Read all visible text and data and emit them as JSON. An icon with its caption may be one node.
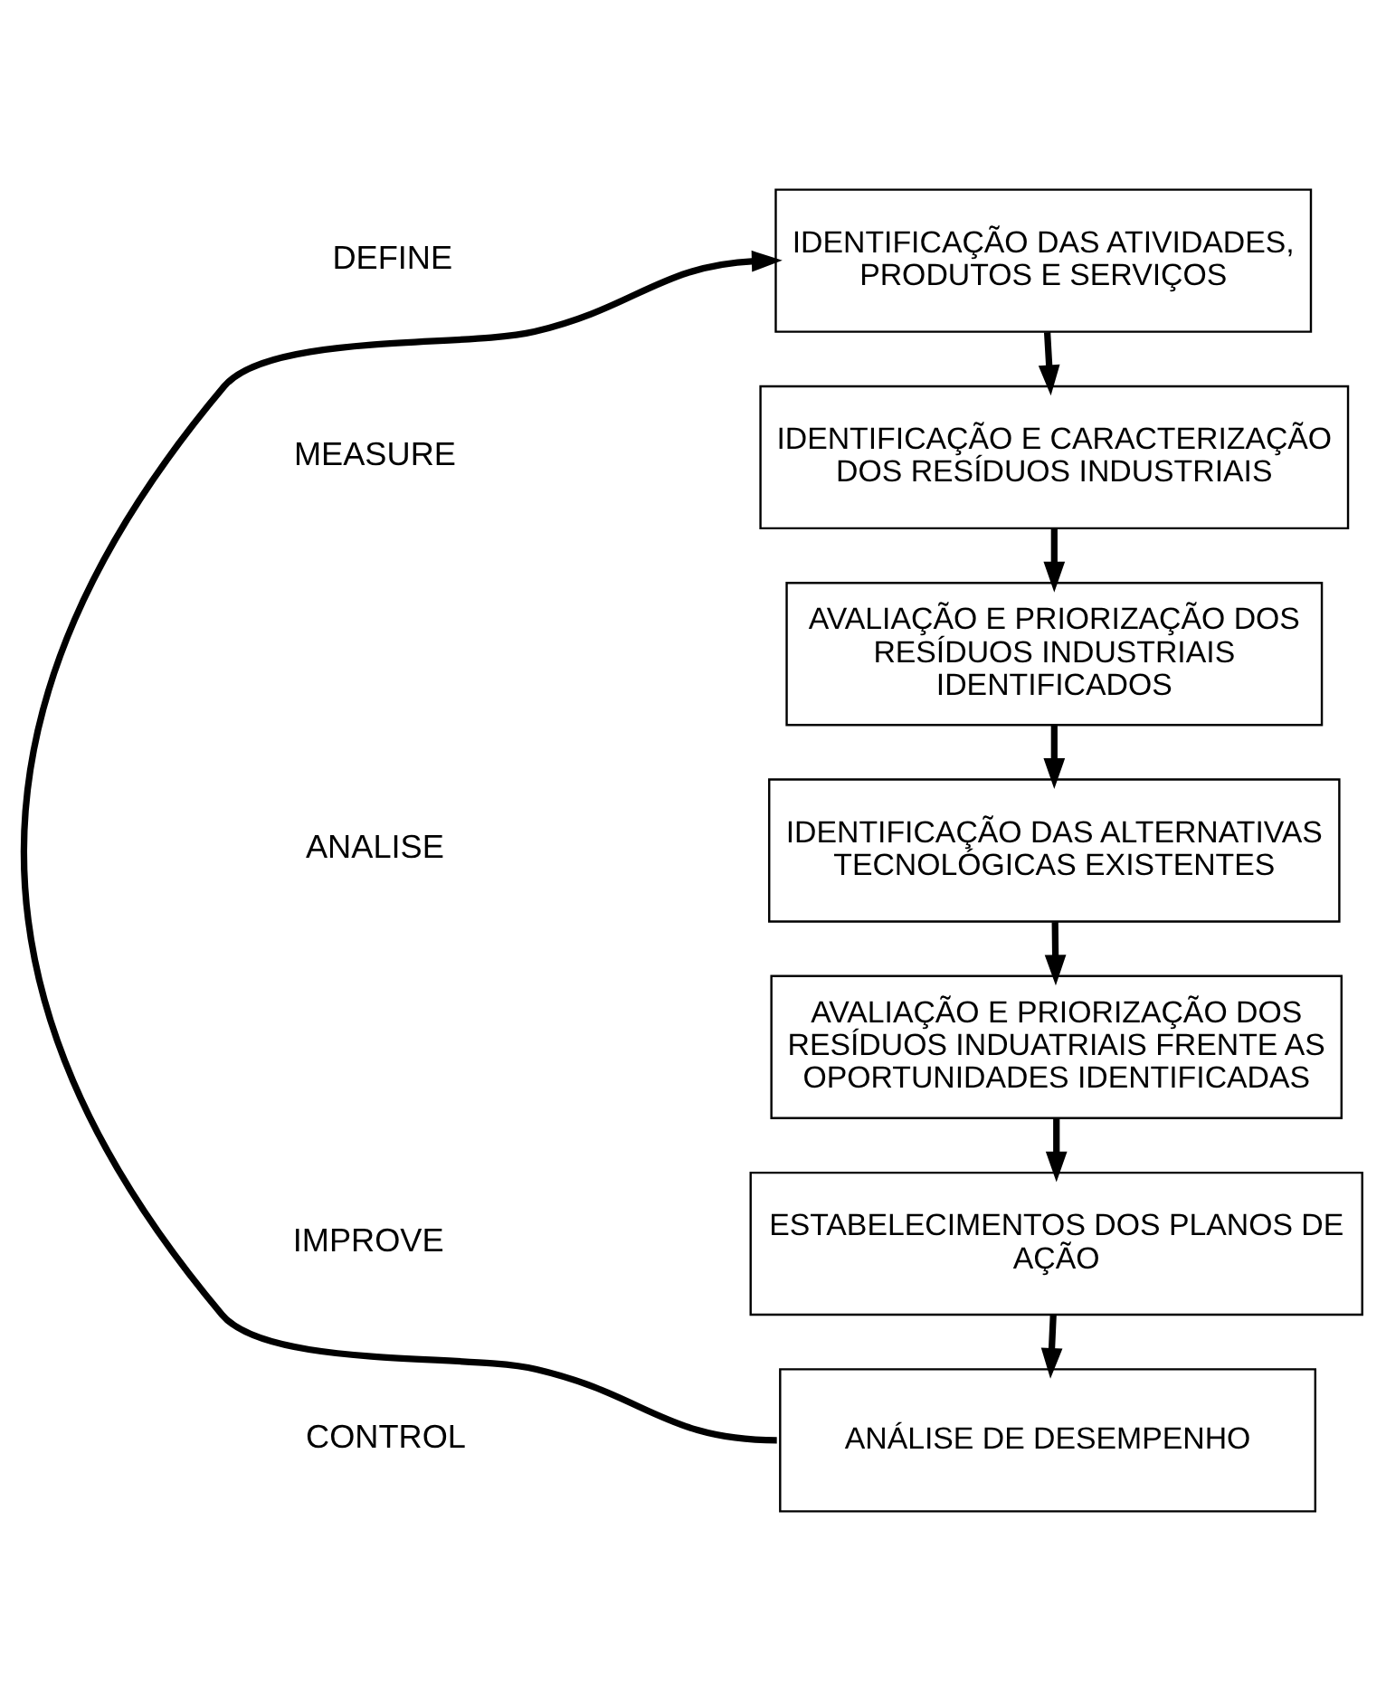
{
  "diagram": {
    "nodes": [
      {
        "text": [
          "IDENTIFICAÇÃO DAS ATIVIDADES, PRODUTOS E SERVIÇOS"
        ]
      },
      {
        "text": [
          "IDENTIFICAÇÃO E CARACTERIZAÇÃO DOS RESÍDUOS INDUSTRIAIS"
        ]
      },
      {
        "text": [
          "AVALIAÇÃO E PRIORIZAÇÃO DOS RESÍDUOS INDUSTRIAIS IDENTIFICADOS"
        ]
      },
      {
        "text": [
          "IDENTIFICAÇÃO DAS ALTERNATIVAS TECNOLÓGICAS EXISTENTES"
        ]
      },
      {
        "text": [
          "AVALIAÇÃO E PRIORIZAÇÃO DOS RESÍDUOS INDUATRIAIS FRENTE AS OPORTUNIDADES IDENTIFICADAS"
        ]
      },
      {
        "text": [
          "ESTABELECIMENTOS DOS PLANOS DE AÇÃO"
        ]
      },
      {
        "text": [
          "ANÁLISE DE DESEMPENHO"
        ]
      }
    ],
    "edges": [
      {
        "from": 0,
        "to": 1,
        "arrow": "to"
      },
      {
        "from": 1,
        "to": 2,
        "arrow": "to"
      },
      {
        "from": 2,
        "to": 3,
        "arrow": "to"
      },
      {
        "from": 3,
        "to": 4,
        "arrow": "to"
      },
      {
        "from": 4,
        "to": 5,
        "arrow": "to"
      },
      {
        "from": 5,
        "to": 6,
        "arrow": "to"
      },
      {
        "from": 6,
        "to": 0,
        "arrow": "to"
      }
    ],
    "labels": [
      "DEFINE",
      "MEASURE",
      "ANALISE",
      "IMPROVE",
      "CONTROL"
    ]
  }
}
